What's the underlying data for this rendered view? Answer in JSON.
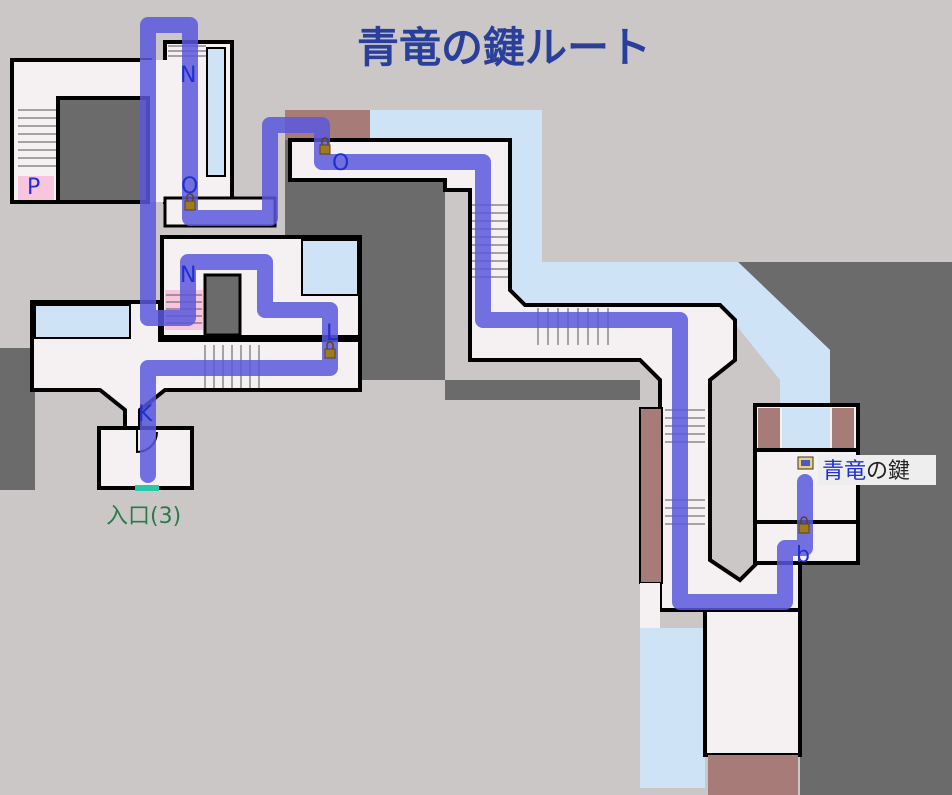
{
  "title": "青竜の鍵ルート",
  "colors": {
    "background": "#cbc7c7",
    "dark_area": "#6b6b6b",
    "floor": "#f5f0f2",
    "wall": "#000000",
    "water": "#cfe3f7",
    "brick": "#a77c78",
    "route": "#5a58dd",
    "label": "#1f2fd0",
    "entrance": "#2a7a4a",
    "entrance_marker": "#26c9a8",
    "stairs_pink": "#f7c6de"
  },
  "markers": {
    "n_top": "N",
    "o_left": "O",
    "p": "P",
    "n_mid": "N",
    "l": "L",
    "k": "K",
    "o_right": "O",
    "b": "b"
  },
  "entrance": {
    "label": "入口(3)",
    "icon": "entrance-marker"
  },
  "key_item": {
    "icon": "treasure-chest-icon",
    "name_part1": "青竜",
    "name_part2": "の鍵"
  },
  "lock_icon": "padlock-icon"
}
